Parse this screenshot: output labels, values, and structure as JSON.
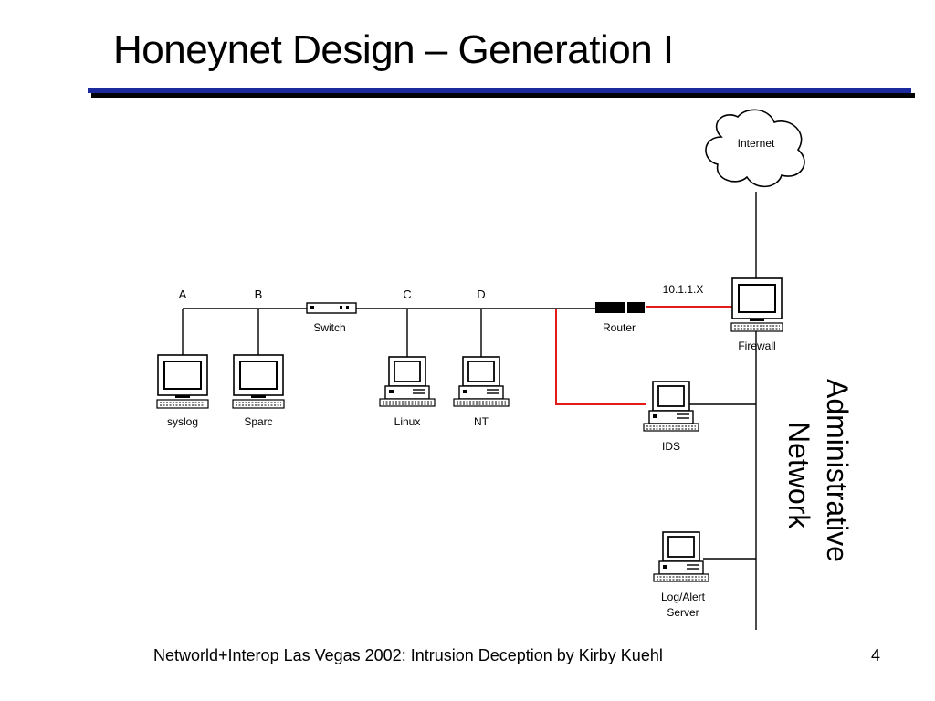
{
  "slide": {
    "title": "Honeynet Design – Generation I",
    "footer": "Networld+Interop Las Vegas 2002: Intrusion Deception by Kirby Kuehl",
    "page_number": "4"
  },
  "diagram": {
    "internet_label": "Internet",
    "switch_label": "Switch",
    "router_label": "Router",
    "firewall_label": "Firewall",
    "ip_label": "10.1.1.X",
    "ids_label": "IDS",
    "log_server_label_1": "Log/Alert",
    "log_server_label_2": "Server",
    "admin_network_label_1": "Administrative",
    "admin_network_label_2": "Network",
    "letters": {
      "a": "A",
      "b": "B",
      "c": "C",
      "d": "D"
    },
    "hosts": {
      "syslog": "syslog",
      "sparc": "Sparc",
      "linux": "Linux",
      "nt": "NT"
    },
    "colors": {
      "honeynet_link": "#e31b1b",
      "lines": "#000000",
      "rule_blue": "#1b2a9c"
    }
  }
}
